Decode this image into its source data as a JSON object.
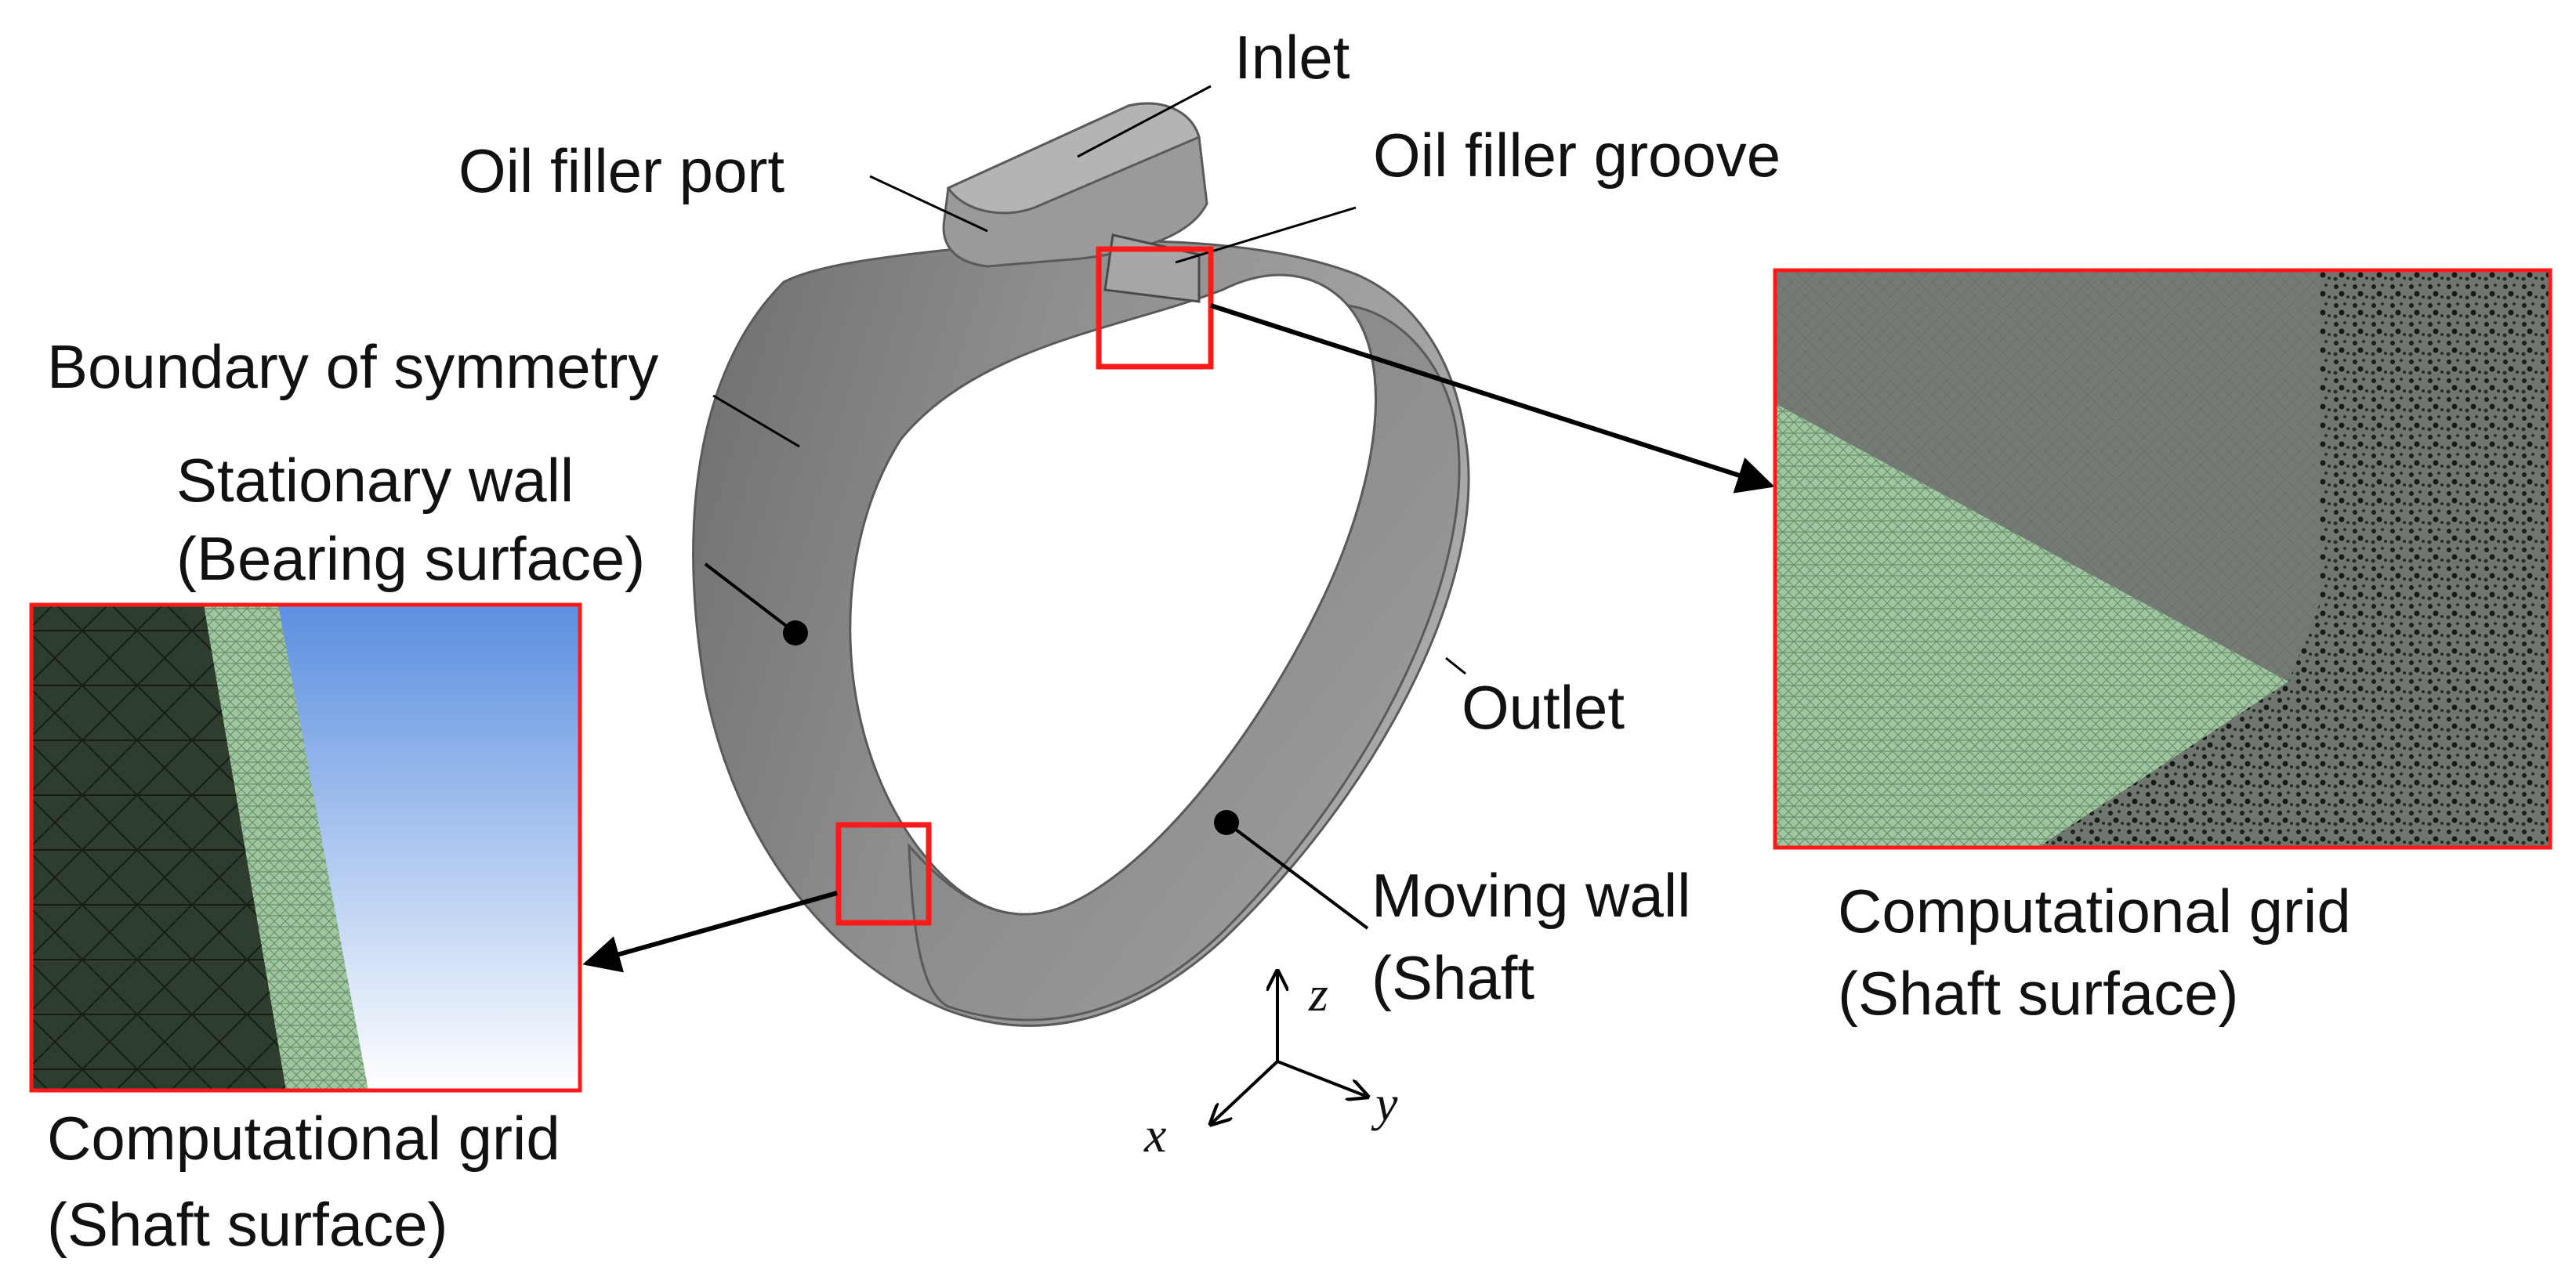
{
  "labels": {
    "inlet": "Inlet",
    "oil_filler_port": "Oil filler port",
    "oil_filler_groove": "Oil filler groove",
    "boundary_symmetry": "Boundary of symmetry",
    "stationary_wall_l1": "Stationary wall",
    "stationary_wall_l2": "(Bearing surface)",
    "outlet": "Outlet",
    "moving_wall_l1": "Moving wall",
    "moving_wall_l2": "(Shaft",
    "grid_right_l1": "Computational grid",
    "grid_right_l2": "(Shaft surface)",
    "grid_left_l1": "Computational grid",
    "grid_left_l2": "(Shaft surface)"
  },
  "axes": {
    "z": "z",
    "y": "y",
    "x": "x"
  },
  "colors": {
    "highlight_box": "#ff1a1a",
    "bearing_gray": "#8c8c8c",
    "mesh_green": "#9fc79f",
    "mesh_dark": "#2e3d2e",
    "sky_blue": "#5b8fe0"
  }
}
